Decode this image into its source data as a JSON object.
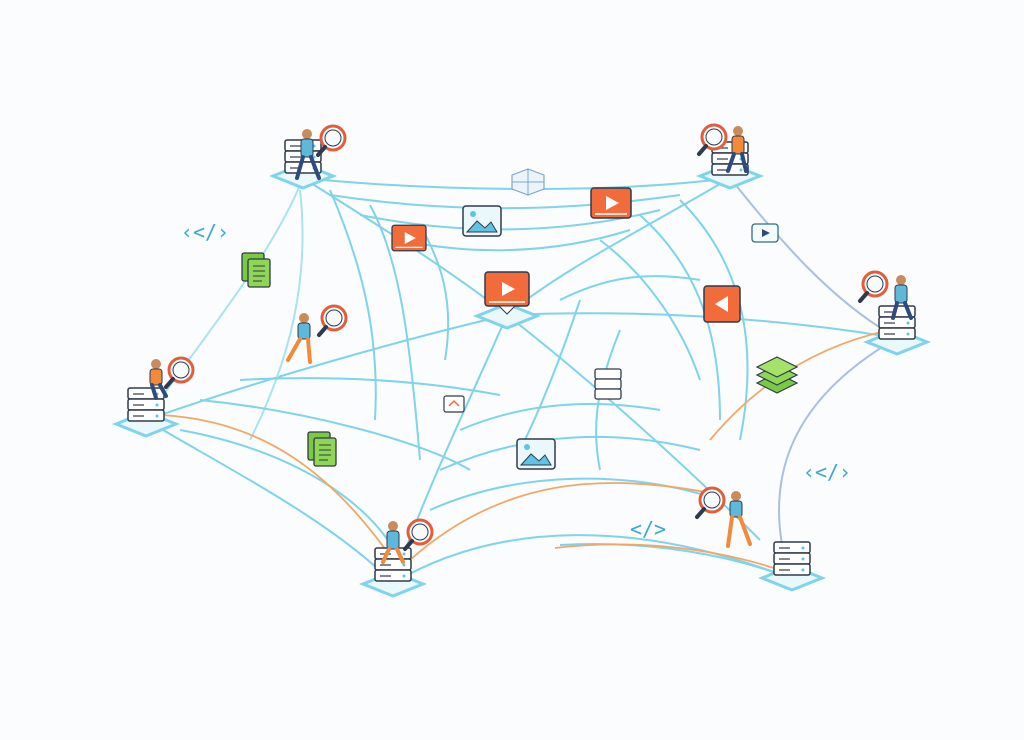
{
  "palette": {
    "background": "#fbfcfd",
    "web_line": "#7fd3ea",
    "web_line_light": "#a9e2f0",
    "accent_line": "#f0a868",
    "server_outline": "#2f3a4c",
    "server_fill": "#ffffff",
    "node_glow": "#9fe0f2",
    "video_orange": "#f26b3a",
    "document_green": "#7ac943",
    "image_blue": "#5fc3e4",
    "person_skin": "#c98a5c",
    "shirt_blue": "#5fb8d9",
    "shirt_orange": "#f28a3a",
    "pants_navy": "#2f4b7c",
    "magnifier_ring": "#e35d3b",
    "code_tag_color": "#3aa7cf"
  },
  "diagram": {
    "server_nodes": [
      {
        "name": "server-node-top-left",
        "icon": "server-stack-icon",
        "has_person": true,
        "person_shirt": "blue"
      },
      {
        "name": "server-node-top-right",
        "icon": "server-stack-icon",
        "has_person": true,
        "person_shirt": "orange"
      },
      {
        "name": "server-node-center",
        "icon": "video-player-icon",
        "has_person": false
      },
      {
        "name": "server-node-right",
        "icon": "server-stack-icon",
        "has_person": true,
        "person_shirt": "blue"
      },
      {
        "name": "server-node-left",
        "icon": "server-stack-icon",
        "has_person": true,
        "person_shirt": "orange"
      },
      {
        "name": "server-node-bottom",
        "icon": "server-stack-icon",
        "has_person": true,
        "person_shirt": "blue"
      },
      {
        "name": "server-node-bottom-right",
        "icon": "server-stack-icon",
        "has_person": false
      }
    ],
    "floating_icons": [
      "code-tag-icon",
      "document-icon",
      "video-icon",
      "image-icon",
      "stacked-layers-icon",
      "database-icon",
      "play-badge-icon",
      "box-stack-icon"
    ],
    "code_tags": {
      "left": "‹</›",
      "right": "‹</›",
      "bottom": "</>"
    }
  }
}
